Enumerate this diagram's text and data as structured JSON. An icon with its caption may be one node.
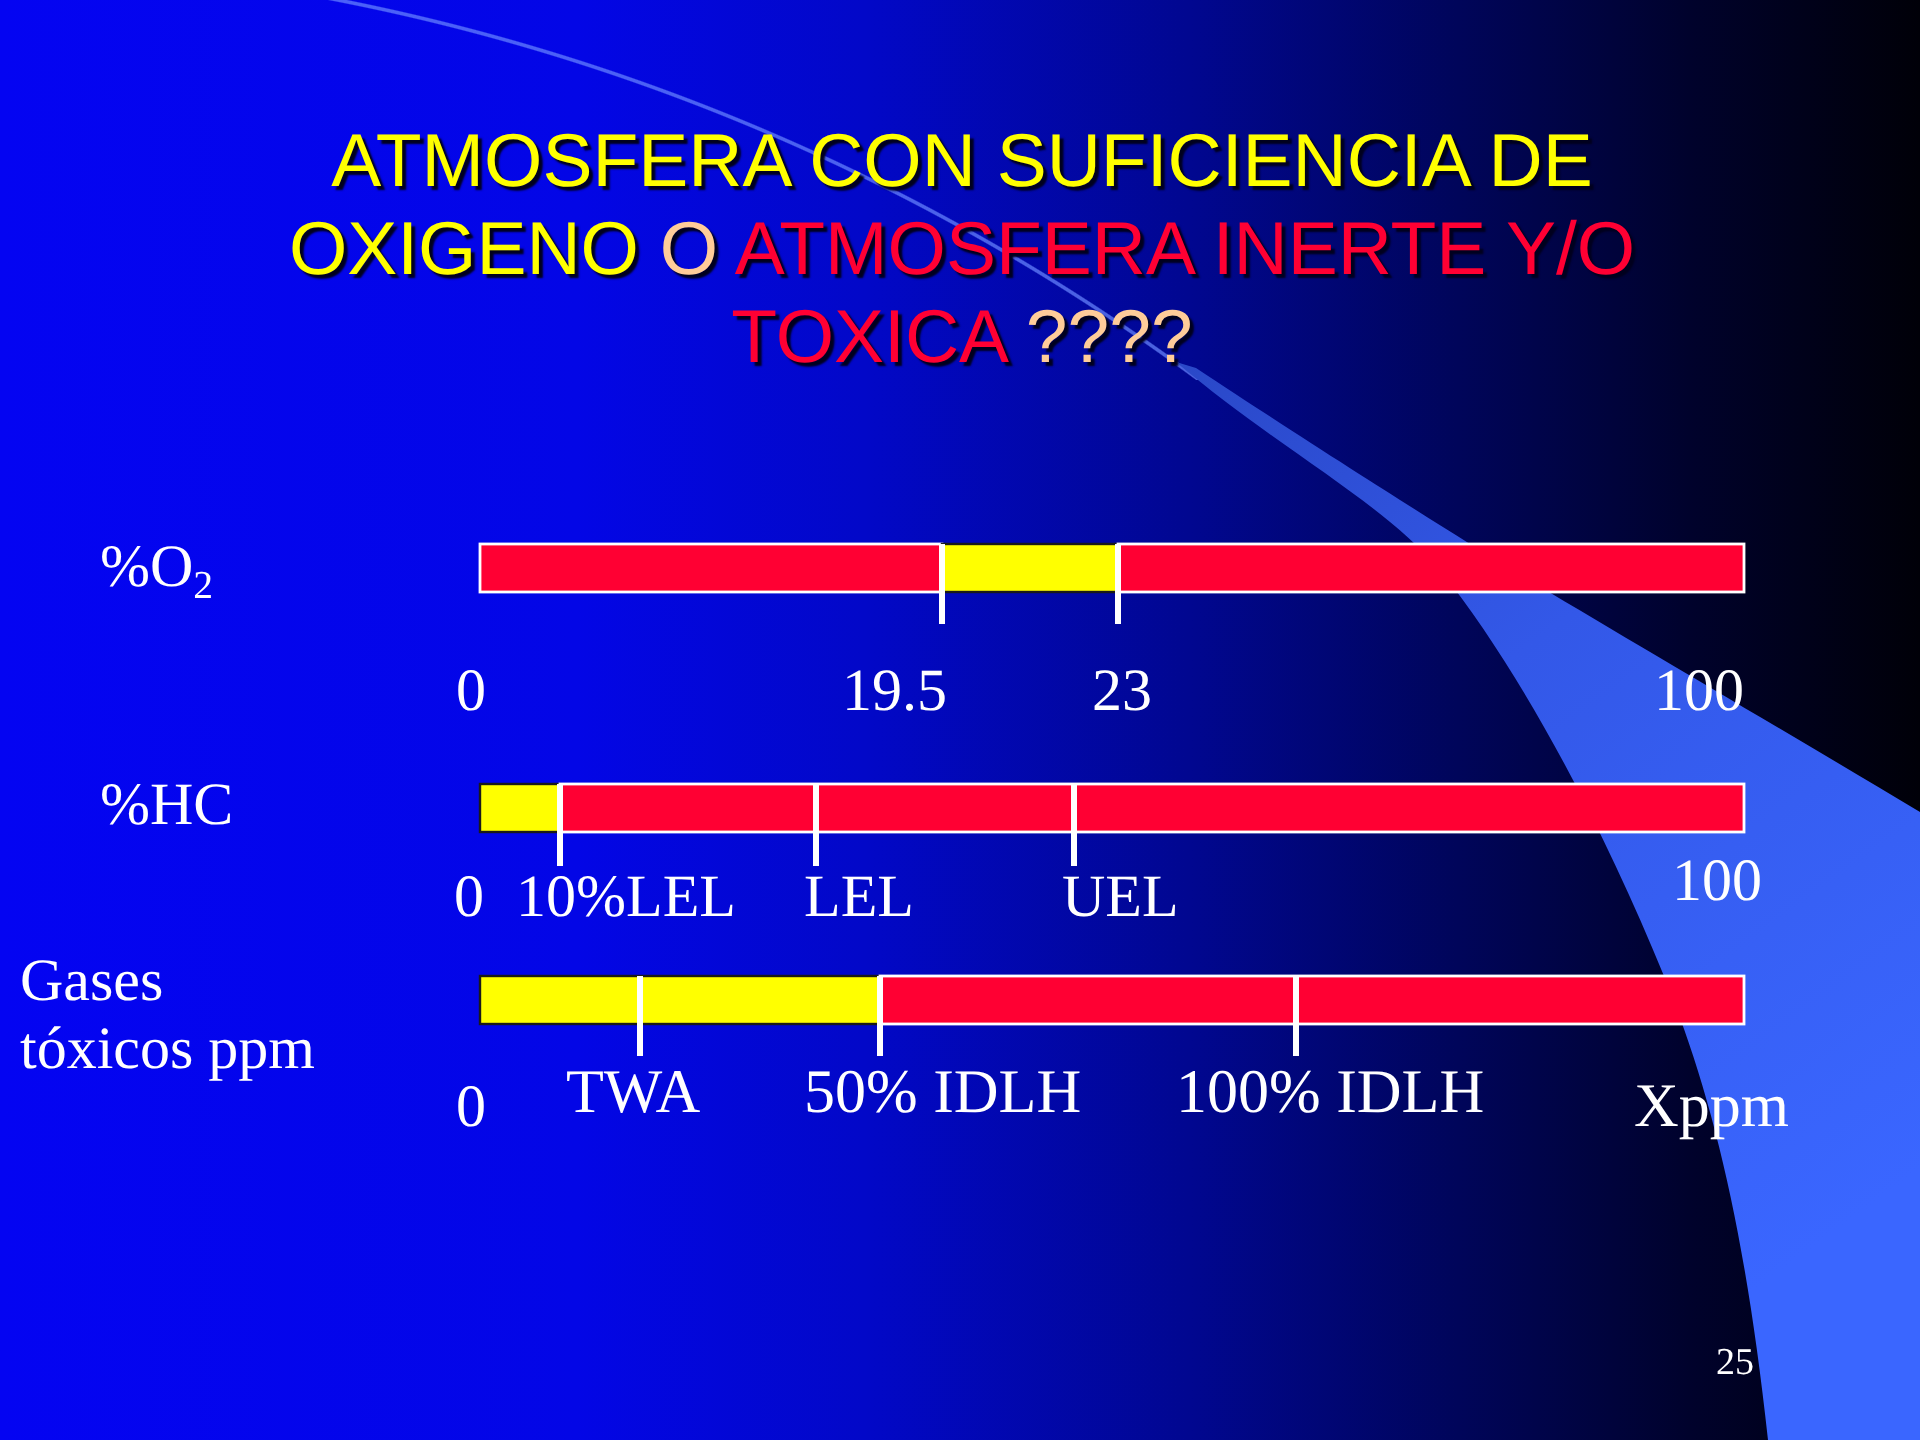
{
  "diagram": {
    "title": "ATMOSFERA CON SUFICIENCIA DE OXIGENO O ATMOSFERA INERTE Y/O TOXICA ????",
    "labels": [
      "%O$_{2}$",
      "0",
      "19.5",
      "23",
      "100",
      "%HC",
      "0",
      "10%LEL",
      "LEL",
      "UEL",
      "100",
      "Gases tóxicos ppm",
      "0",
      "TWA",
      "50% IDLH",
      "100% IDLH",
      "Xppm",
      "25"
    ]
  }
}
